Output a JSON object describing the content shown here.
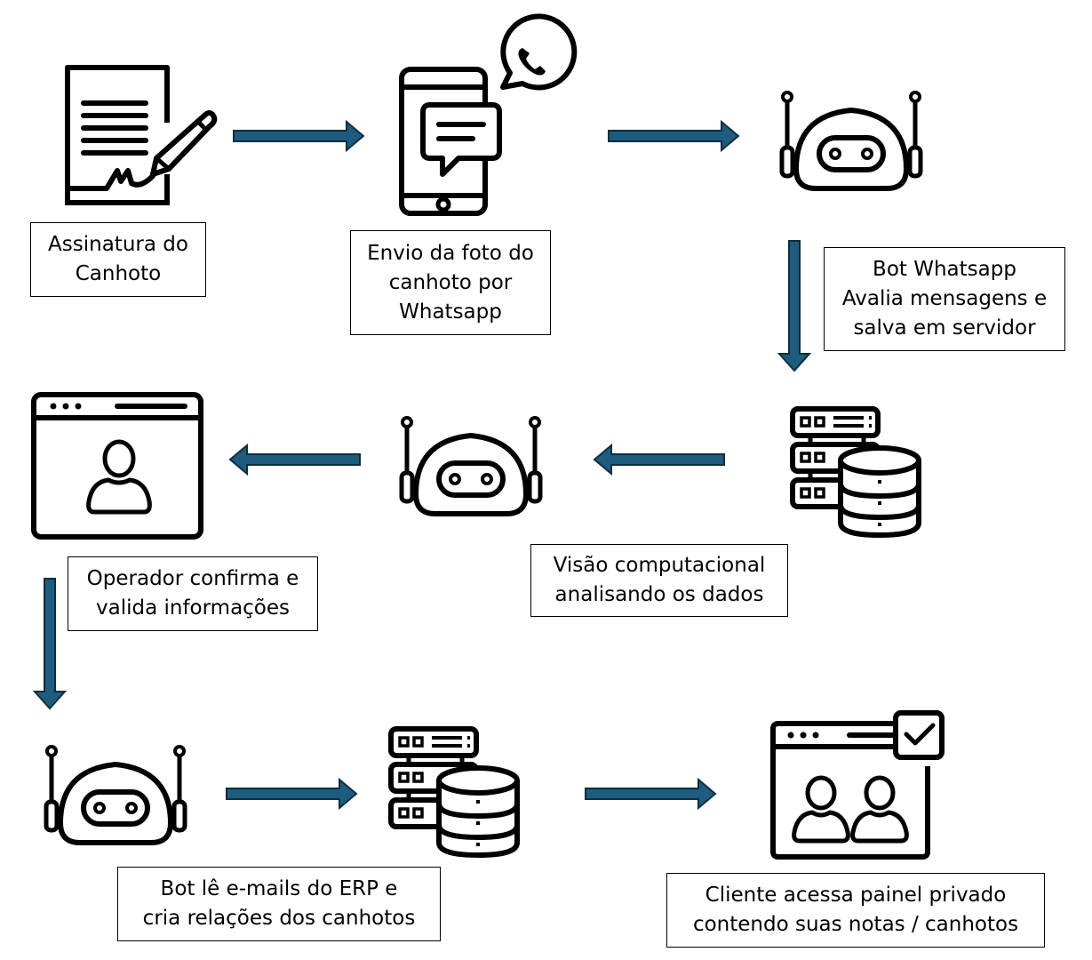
{
  "diagram": {
    "arrow_color": "#1d5c7e",
    "arrow_outline": "#0f2d40",
    "icon_color": "#000000",
    "steps": [
      {
        "id": "sign",
        "icon": "document-signature-icon",
        "lines": [
          "Assinatura do",
          "Canhoto"
        ]
      },
      {
        "id": "send",
        "icon": "smartphone-whatsapp-icon",
        "lines": [
          "Envio da foto do",
          "canhoto por",
          "Whatsapp"
        ]
      },
      {
        "id": "bot-whatsapp",
        "icon": "robot-icon",
        "lines": [
          "Bot Whatsapp",
          "Avalia mensagens e",
          "salva em servidor"
        ]
      },
      {
        "id": "server-1",
        "icon": "server-database-icon",
        "lines": []
      },
      {
        "id": "vision",
        "icon": "robot-icon",
        "lines": [
          "Visão computacional",
          "analisando os dados"
        ]
      },
      {
        "id": "operator",
        "icon": "browser-user-icon",
        "lines": [
          "Operador confirma e",
          "valida informações"
        ]
      },
      {
        "id": "bot-erp",
        "icon": "robot-icon",
        "lines": [
          "Bot lê e-mails do ERP e",
          "cria relações dos canhotos"
        ]
      },
      {
        "id": "server-2",
        "icon": "server-database-icon",
        "lines": []
      },
      {
        "id": "client",
        "icon": "browser-users-check-icon",
        "lines": [
          "Cliente acessa painel privado",
          "contendo suas notas / canhotos"
        ]
      }
    ],
    "arrows": [
      {
        "from": "sign",
        "to": "send",
        "direction": "right"
      },
      {
        "from": "send",
        "to": "bot-whatsapp",
        "direction": "right"
      },
      {
        "from": "bot-whatsapp",
        "to": "server-1",
        "direction": "down"
      },
      {
        "from": "server-1",
        "to": "vision",
        "direction": "left"
      },
      {
        "from": "vision",
        "to": "operator",
        "direction": "left"
      },
      {
        "from": "operator",
        "to": "bot-erp",
        "direction": "down"
      },
      {
        "from": "bot-erp",
        "to": "server-2",
        "direction": "right"
      },
      {
        "from": "server-2",
        "to": "client",
        "direction": "right"
      }
    ]
  }
}
